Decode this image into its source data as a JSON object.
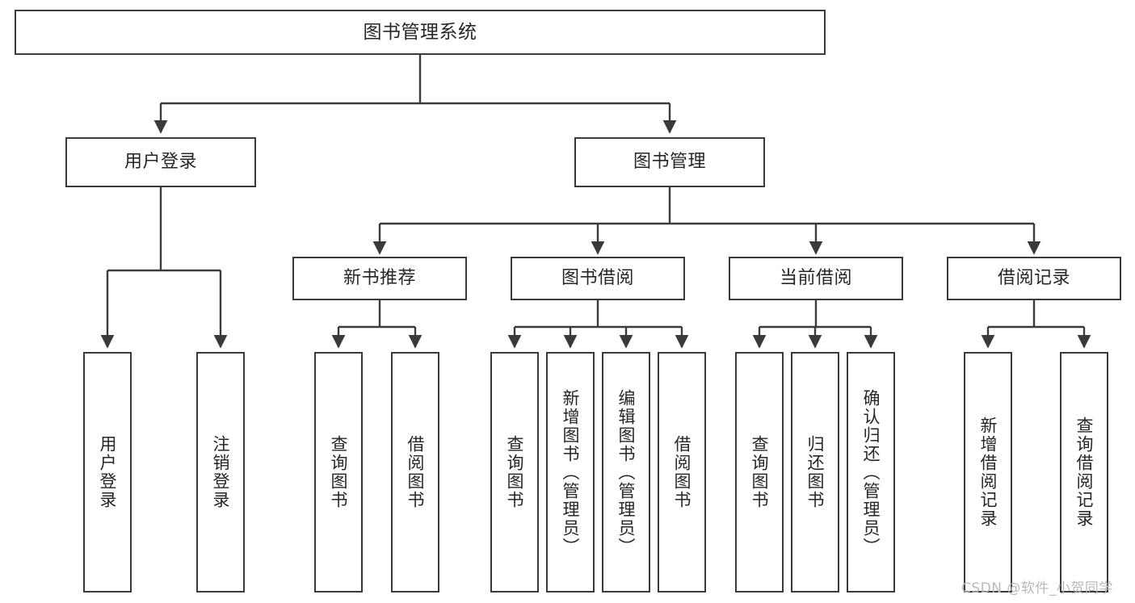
{
  "diagram": {
    "title": "图书管理系统",
    "type": "hierarchy-tree",
    "colors": {
      "box_border": "#3a3a3a",
      "box_fill": "#ffffff",
      "edge": "#3a3a3a",
      "text": "#262626",
      "watermark": "#b9b9b9",
      "background": "#ffffff"
    },
    "nodes": {
      "root": {
        "label": "图书管理系统"
      },
      "level2": [
        {
          "label": "用户登录"
        },
        {
          "label": "图书管理"
        }
      ],
      "level3": [
        {
          "label": "新书推荐"
        },
        {
          "label": "图书借阅"
        },
        {
          "label": "当前借阅"
        },
        {
          "label": "借阅记录"
        }
      ],
      "leaves": {
        "user_login": [
          {
            "label": "用户登录"
          },
          {
            "label": "注销登录"
          }
        ],
        "new_book_recommend": [
          {
            "label": "查询图书"
          },
          {
            "label": "借阅图书"
          }
        ],
        "book_borrow": [
          {
            "label": "查询图书"
          },
          {
            "label": "新增图书（管理员）"
          },
          {
            "label": "编辑图书（管理员）"
          },
          {
            "label": "借阅图书"
          }
        ],
        "current_borrow": [
          {
            "label": "查询图书"
          },
          {
            "label": "归还图书"
          },
          {
            "label": "确认归还（管理员）"
          }
        ],
        "borrow_record": [
          {
            "label": "新增借阅记录"
          },
          {
            "label": "查询借阅记录"
          }
        ]
      }
    },
    "watermark": "CSDN @软件_小贺同学"
  }
}
